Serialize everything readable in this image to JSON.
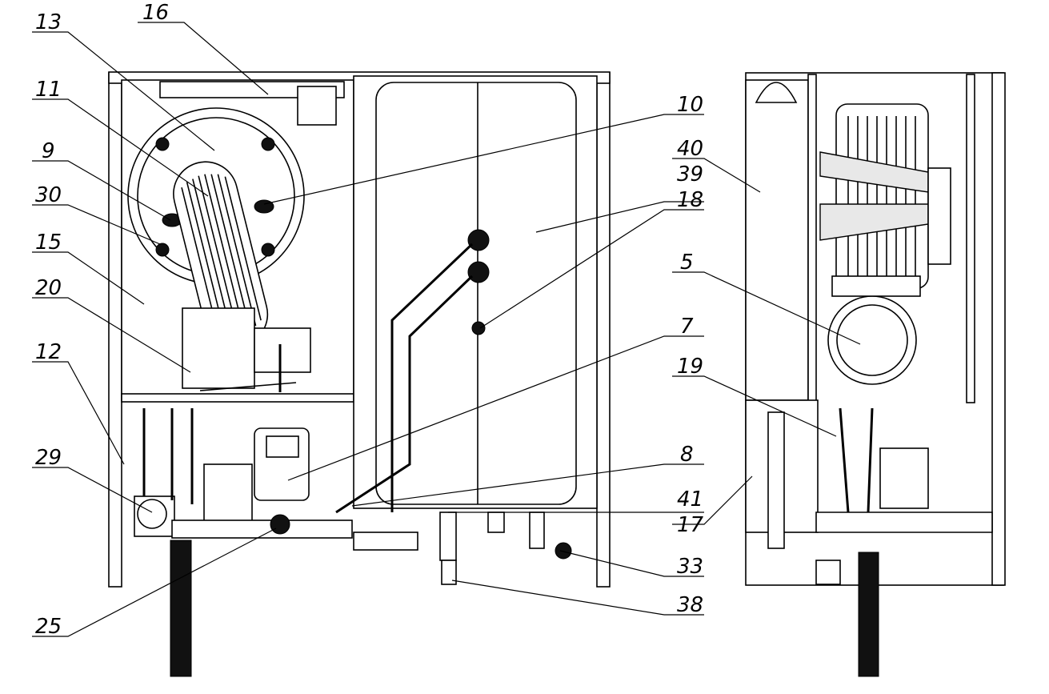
{
  "labels": [
    {
      "id": "13",
      "text": "13"
    },
    {
      "id": "16",
      "text": "16"
    },
    {
      "id": "11",
      "text": "11"
    },
    {
      "id": "9",
      "text": "9"
    },
    {
      "id": "30",
      "text": "30"
    },
    {
      "id": "15",
      "text": "15"
    },
    {
      "id": "20",
      "text": "20"
    },
    {
      "id": "12",
      "text": "12"
    },
    {
      "id": "29",
      "text": "29"
    },
    {
      "id": "25",
      "text": "25"
    },
    {
      "id": "10",
      "text": "10"
    },
    {
      "id": "40",
      "text": "40"
    },
    {
      "id": "39",
      "text": "39"
    },
    {
      "id": "18",
      "text": "18"
    },
    {
      "id": "5",
      "text": "5"
    },
    {
      "id": "7",
      "text": "7"
    },
    {
      "id": "19",
      "text": "19"
    },
    {
      "id": "8",
      "text": "8"
    },
    {
      "id": "41",
      "text": "41"
    },
    {
      "id": "17",
      "text": "17"
    },
    {
      "id": "33",
      "text": "33"
    },
    {
      "id": "38",
      "text": "38"
    }
  ]
}
